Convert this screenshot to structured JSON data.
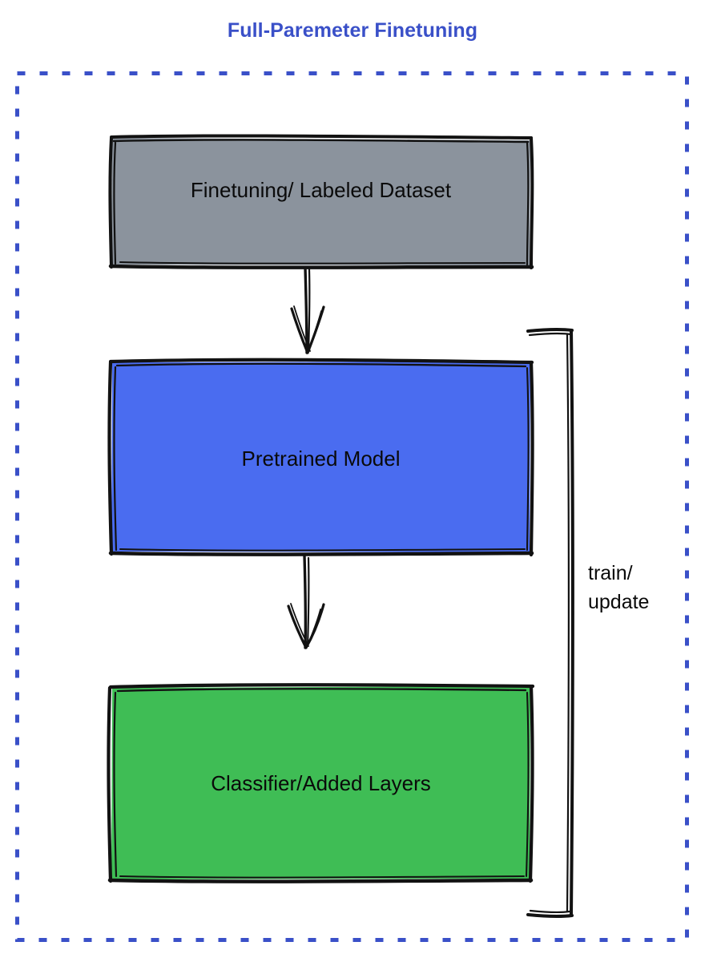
{
  "diagram": {
    "title": "Full-Paremeter Finetuning",
    "title_color": "#3a50c8",
    "background": "#ffffff",
    "frame": {
      "style": "dashed",
      "color": "#3a50c8"
    },
    "nodes": [
      {
        "id": "dataset",
        "label": "Finetuning/ Labeled Dataset",
        "fill": "#8b939d",
        "stroke": "#121212",
        "shape": "rectangle",
        "sketch": true
      },
      {
        "id": "pretrained",
        "label": "Pretrained Model",
        "fill": "#4a6cf0",
        "stroke": "#121212",
        "shape": "rectangle",
        "sketch": true
      },
      {
        "id": "classifier",
        "label": "Classifier/Added Layers",
        "fill": "#3fbd55",
        "stroke": "#121212",
        "shape": "rectangle",
        "sketch": true
      }
    ],
    "edges": [
      {
        "id": "dataset-to-pretrained",
        "from": "dataset",
        "to": "pretrained",
        "label": "",
        "arrow": true
      },
      {
        "id": "pretrained-to-classifier",
        "from": "pretrained",
        "to": "classifier",
        "label": "",
        "arrow": true
      },
      {
        "id": "feedback-loop",
        "from": "classifier",
        "to": "pretrained",
        "label_line1": "train/",
        "label_line2": "update",
        "arrow": false
      }
    ]
  }
}
